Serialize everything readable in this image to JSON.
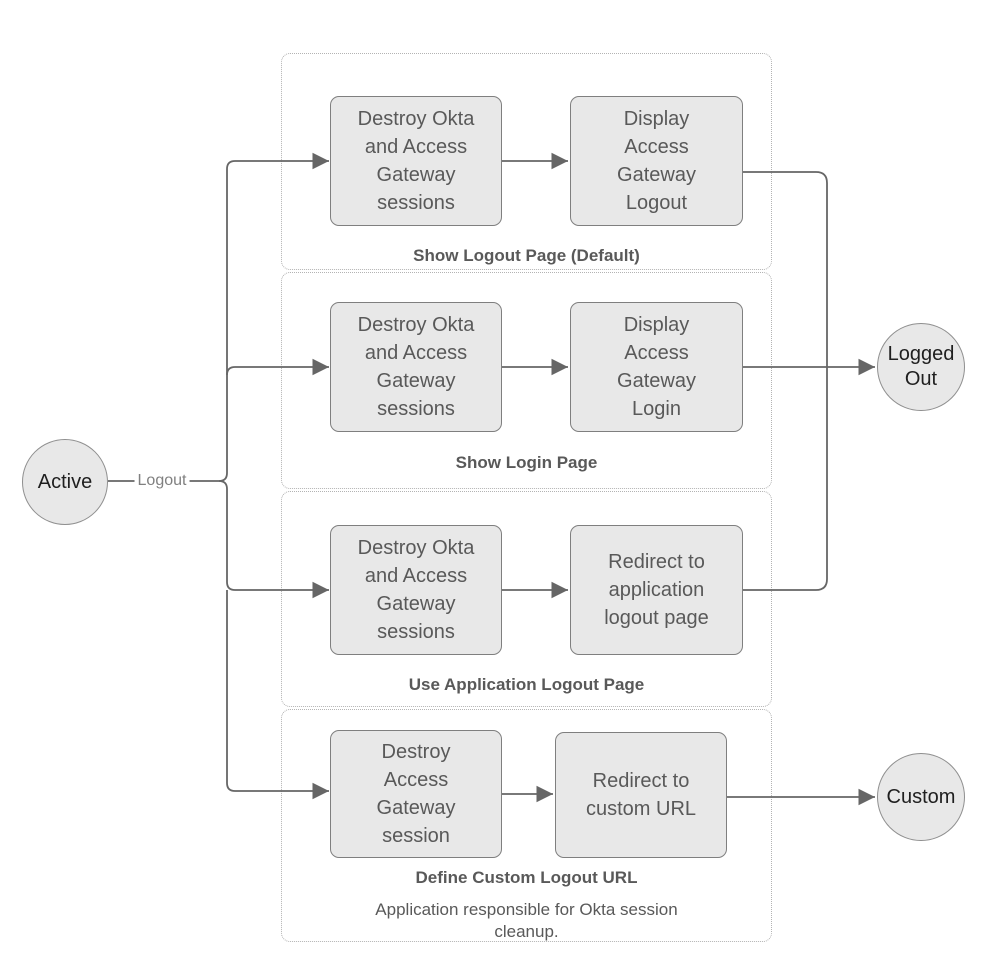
{
  "colors": {
    "background": "#ffffff",
    "node_fill": "#e8e8e8",
    "node_stroke": "#7f7f7f",
    "node_text": "#595959",
    "circle_text": "#1f1f1f",
    "connector": "#666666",
    "group_border": "#b3b3b3",
    "group_title": "#595959",
    "edge_label": "#808080"
  },
  "diagram": {
    "start": {
      "label": "Active"
    },
    "logout_edge_label": "Logout",
    "terminals": {
      "logged_out": "Logged\nOut",
      "custom": "Custom"
    },
    "groups": [
      {
        "title": "Show Logout Page (Default)",
        "step1": "Destroy Okta\nand Access\nGateway\nsessions",
        "step2": "Display\nAccess\nGateway\nLogout"
      },
      {
        "title": "Show Login Page",
        "step1": "Destroy Okta\nand Access\nGateway\nsessions",
        "step2": "Display\nAccess\nGateway\nLogin"
      },
      {
        "title": "Use Application Logout Page",
        "step1": "Destroy Okta\nand Access\nGateway\nsessions",
        "step2": "Redirect to\napplication\nlogout page"
      },
      {
        "title": "Define Custom Logout URL",
        "step1": "Destroy\nAccess\nGateway\nsession",
        "step2": "Redirect to\ncustom URL",
        "note": "Application responsible for Okta session\ncleanup."
      }
    ]
  }
}
